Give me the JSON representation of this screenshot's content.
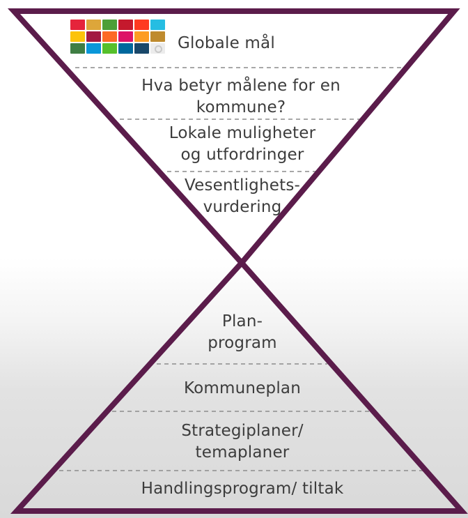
{
  "diagram": {
    "outline_color": "#5b1c4b",
    "divider_color": "#8a8a8a",
    "upper": [
      {
        "id": "globale-maal",
        "text": "Globale mål"
      },
      {
        "id": "hva-betyr",
        "text": "Hva betyr målene for en\nkommune?"
      },
      {
        "id": "lokale",
        "text": "Lokale muligheter\nog utfordringer"
      },
      {
        "id": "vesentlighet",
        "text": "Vesentlighets-\nvurdering"
      }
    ],
    "lower": [
      {
        "id": "planprogram",
        "text": "Plan-\nprogram"
      },
      {
        "id": "kommuneplan",
        "text": "Kommuneplan"
      },
      {
        "id": "strategiplaner",
        "text": "Strategiplaner/\ntemaplaner"
      },
      {
        "id": "handlingsprogram",
        "text": "Handlingsprogram/ tiltak"
      }
    ],
    "sdg_logo": {
      "icon": "un-sustainable-development-goals-icon",
      "tile_colors": [
        "#e5243b",
        "#dda63a",
        "#4c9f38",
        "#c5192d",
        "#ff3a21",
        "#26bde2",
        "#fcc30b",
        "#a21942",
        "#fd6925",
        "#dd1367",
        "#fd9d24",
        "#bf8b2e",
        "#3f7e44",
        "#0a97d9",
        "#56c02b",
        "#00689d",
        "#19486a",
        "#ececec"
      ]
    }
  }
}
